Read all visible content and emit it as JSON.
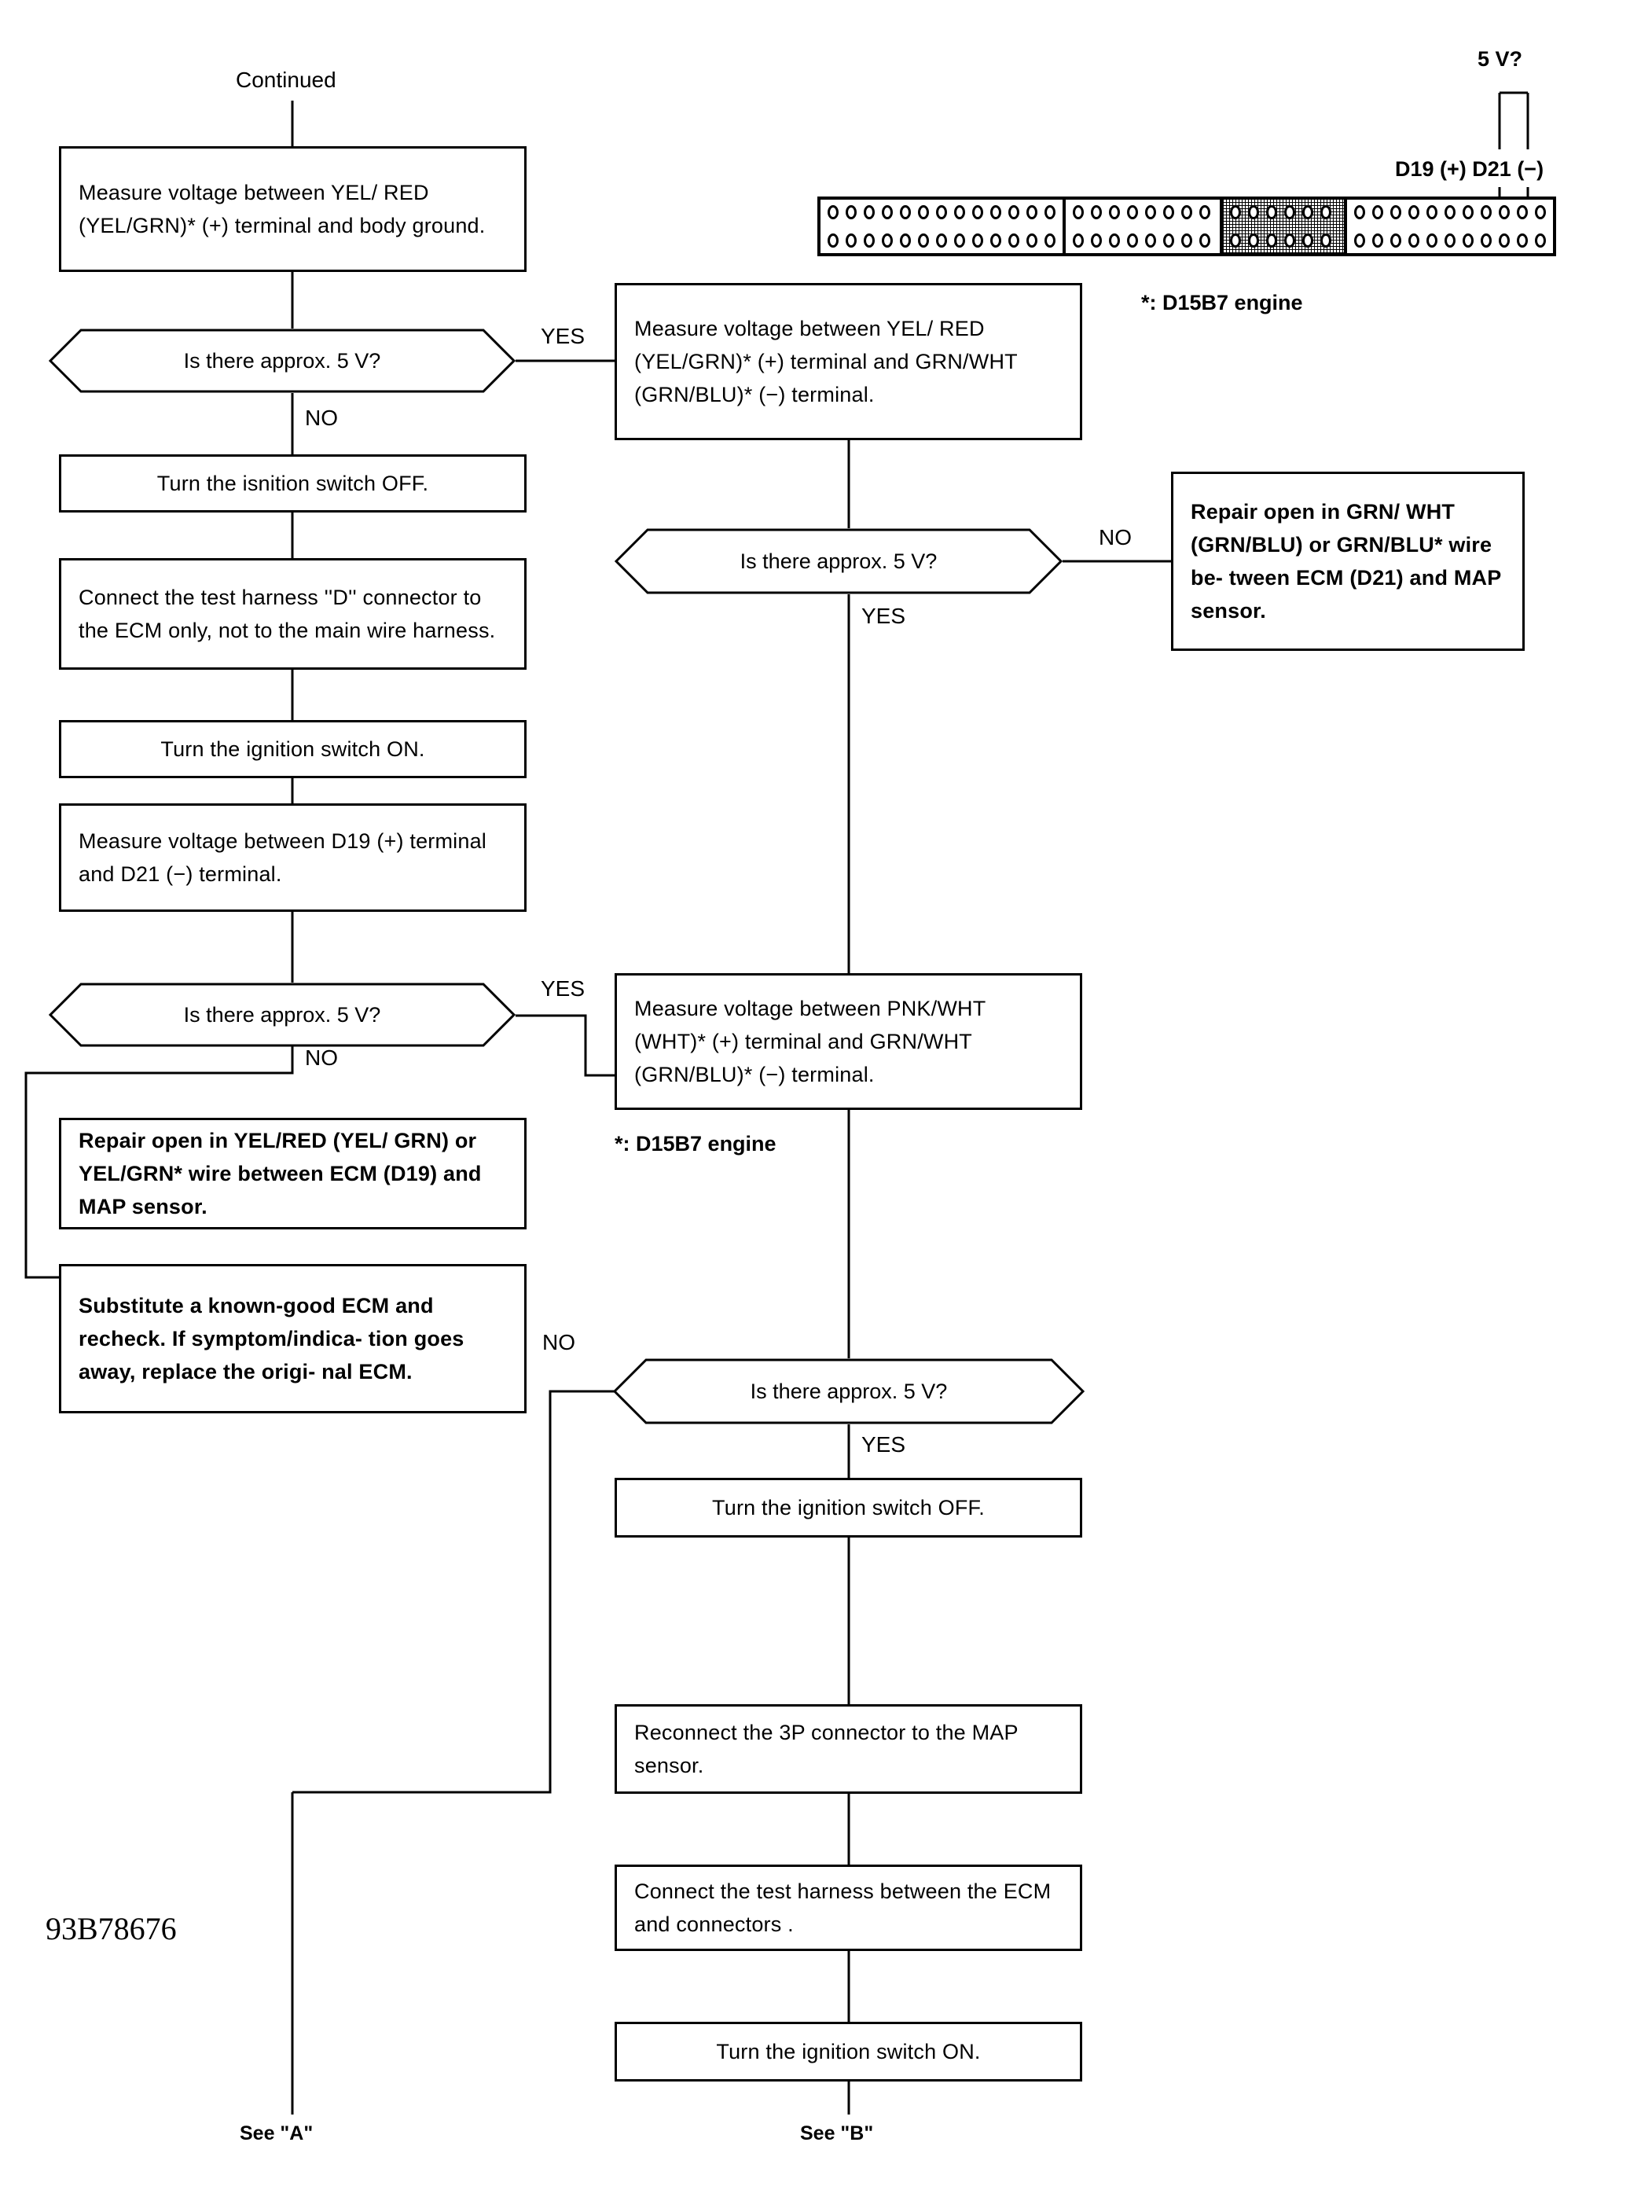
{
  "page": {
    "continued_label": "Continued",
    "figure_number": "93B78676",
    "footnote_top": "*: D15B7 engine",
    "footnote_mid": "*: D15B7 engine",
    "probe_label": "5 V?",
    "terminal_labels": "D19 (+) D21 (−)",
    "exit_a": "See \"A\"",
    "exit_b": "See \"B\""
  },
  "branch_labels": {
    "yes": "YES",
    "no": "NO"
  },
  "connector": {
    "name": "ECM test harness D connector",
    "segments": [
      {
        "pins_per_row": 13,
        "rows": 2,
        "shaded": false
      },
      {
        "pins_per_row": 8,
        "rows": 2,
        "shaded": false
      },
      {
        "pins_per_row": 6,
        "rows": 2,
        "shaded": true
      },
      {
        "pins_per_row": 11,
        "rows": 2,
        "shaded": false
      }
    ]
  },
  "left_column": {
    "measure_yel_red_body_ground": "Measure voltage between YEL/ RED (YEL/GRN)* (+) terminal and body ground.",
    "decision_5v_1": "Is there approx. 5 V?",
    "ignition_off": "Turn the isnition switch OFF.",
    "connect_test_harness_d": "Connect the test harness ''D'' connector to the ECM only, not to the main wire harness.",
    "ignition_on": "Turn the ignition switch ON.",
    "measure_d19_d21": "Measure voltage between D19 (+) terminal and D21 (−) terminal.",
    "decision_5v_2": "Is there approx. 5 V?",
    "repair_yel_red": "Repair open in YEL/RED (YEL/ GRN) or YEL/GRN* wire between ECM (D19) and MAP sensor.",
    "substitute_ecm": "Substitute a known-good ECM and recheck. If symptom/indica- tion goes away, replace the origi- nal ECM."
  },
  "right_column": {
    "measure_yel_red_grn_wht": "Measure voltage between YEL/ RED (YEL/GRN)* (+) terminal and GRN/WHT (GRN/BLU)* (−) terminal.",
    "decision_5v_3": "Is there approx. 5 V?",
    "repair_grn_wht": "Repair open in GRN/ WHT (GRN/BLU) or GRN/BLU* wire be- tween ECM (D21) and MAP sensor.",
    "measure_pnk_wht": "Measure voltage between PNK/WHT (WHT)* (+) terminal and GRN/WHT (GRN/BLU)* (−) terminal.",
    "decision_5v_4": "Is there approx. 5 V?",
    "ignition_off_2": "Turn the ignition switch OFF.",
    "reconnect_3p": "Reconnect the 3P connector to the MAP sensor.",
    "connect_harness_ecm": "Connect the test harness between the ECM and connectors .",
    "ignition_on_2": "Turn the ignition switch ON."
  }
}
